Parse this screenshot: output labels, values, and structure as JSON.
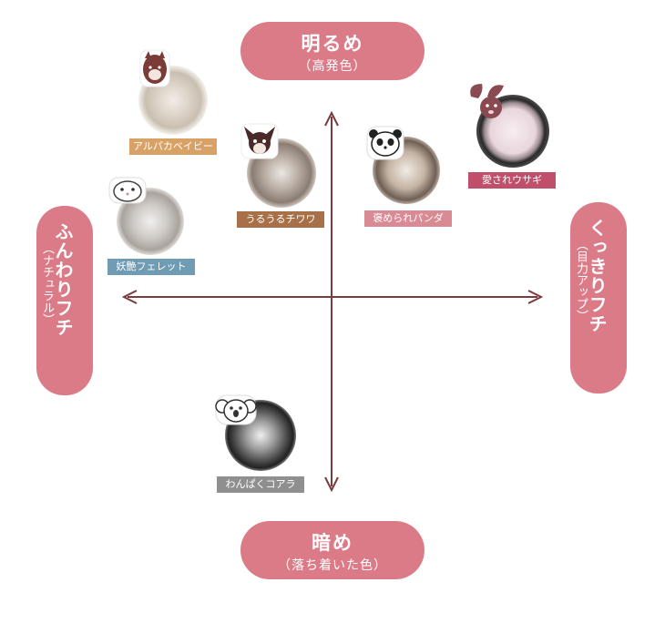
{
  "top_pill": {
    "main": "明るめ",
    "sub": "（高発色）"
  },
  "bottom_pill": {
    "main": "暗め",
    "sub": "（落ち着いた色）"
  },
  "left_pill": {
    "main": "ふんわりフチ",
    "sub": "（ナチュラル）"
  },
  "right_pill": {
    "main": "くっきりフチ",
    "sub": "（目力アップ）"
  },
  "products": [
    {
      "name": "アルパカベイビー",
      "icon": "alpaca-icon",
      "label_color": "#d8a267"
    },
    {
      "name": "うるうるチワワ",
      "icon": "chihuahua-icon",
      "label_color": "#a87048"
    },
    {
      "name": "妖艶フェレット",
      "icon": "ferret-icon",
      "label_color": "#6f9cb3"
    },
    {
      "name": "褒められパンダ",
      "icon": "panda-icon",
      "label_color": "#d98a94"
    },
    {
      "name": "愛されウサギ",
      "icon": "rabbit-icon",
      "label_color": "#bf4f6a"
    },
    {
      "name": "わんぱくコアラ",
      "icon": "koala-icon",
      "label_color": "#8f8f8f"
    }
  ],
  "colors": {
    "pill": "#dc7b88",
    "axis": "#7a3a3e"
  }
}
